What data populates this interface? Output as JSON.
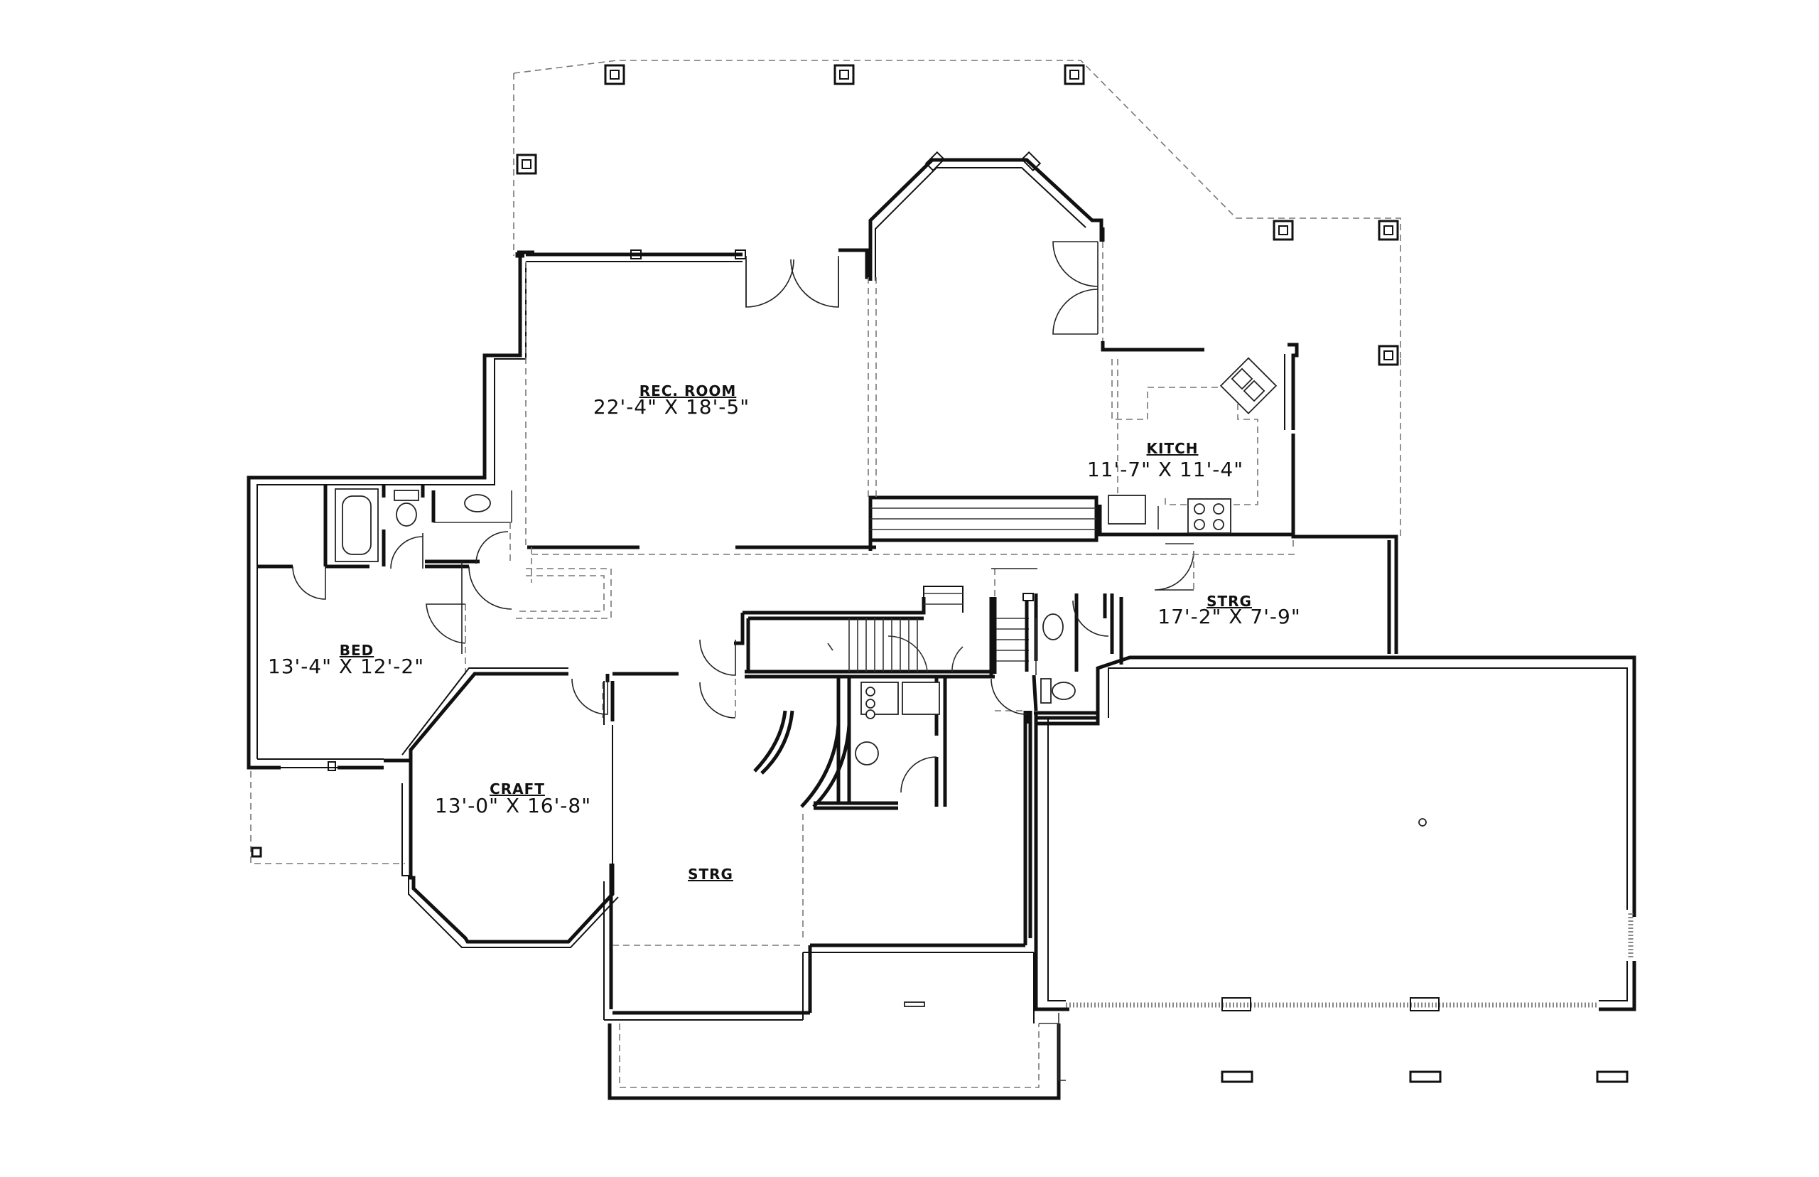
{
  "plan": {
    "rooms": [
      {
        "id": "rec-room",
        "name": "REC. ROOM",
        "dimensions": "22'-4\" X 18'-5\""
      },
      {
        "id": "kitch",
        "name": "KITCH",
        "dimensions": "11'-7\" X 11'-4\""
      },
      {
        "id": "bed",
        "name": "BED",
        "dimensions": "13'-4\" X 12'-2\""
      },
      {
        "id": "strg-right",
        "name": "STRG",
        "dimensions": "17'-2\" X 7'-9\""
      },
      {
        "id": "craft",
        "name": "CRAFT",
        "dimensions": "13'-0\" X 16'-8\""
      },
      {
        "id": "strg-center",
        "name": "STRG",
        "dimensions": ""
      }
    ]
  }
}
